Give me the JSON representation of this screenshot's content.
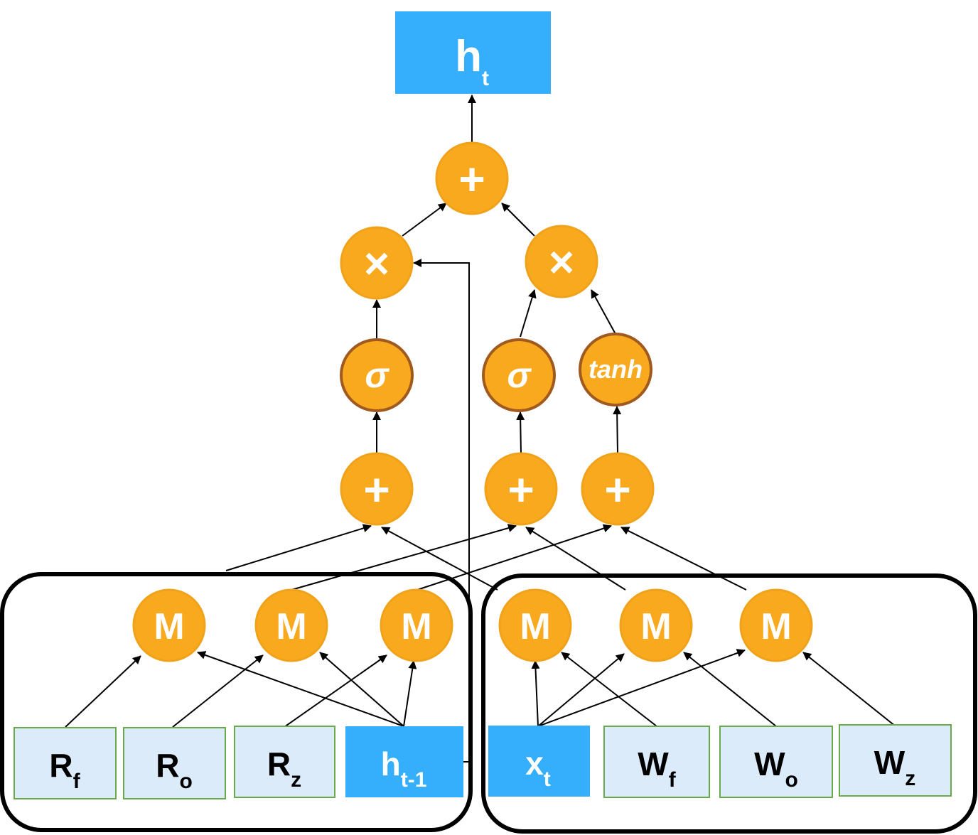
{
  "colors": {
    "node_fill": "#F9A91E",
    "node_stroke": "#F0A21A",
    "sigma_stroke": "#A05A20",
    "input_fill": "#DCEBFA",
    "input_stroke": "#6AAA4A",
    "highlight_fill": "#35AEFB",
    "text_dark": "#000000",
    "text_light": "#ffffff"
  },
  "output": {
    "main": "h",
    "sub": "t"
  },
  "ops": {
    "top_plus": "+",
    "times_left": "×",
    "times_right": "×",
    "sigma_left": "σ",
    "sigma_right": "σ",
    "tanh": "tanh",
    "plus_left": "+",
    "plus_mid": "+",
    "plus_right": "+"
  },
  "m_nodes": [
    "M",
    "M",
    "M",
    "M",
    "M",
    "M"
  ],
  "inputs": [
    {
      "main": "R",
      "sub": "f",
      "highlight": false
    },
    {
      "main": "R",
      "sub": "o",
      "highlight": false
    },
    {
      "main": "R",
      "sub": "z",
      "highlight": false
    },
    {
      "main": "h",
      "sub": "t-1",
      "highlight": true
    },
    {
      "main": "x",
      "sub": "t",
      "highlight": true
    },
    {
      "main": "W",
      "sub": "f",
      "highlight": false
    },
    {
      "main": "W",
      "sub": "o",
      "highlight": false
    },
    {
      "main": "W",
      "sub": "z",
      "highlight": false
    }
  ]
}
